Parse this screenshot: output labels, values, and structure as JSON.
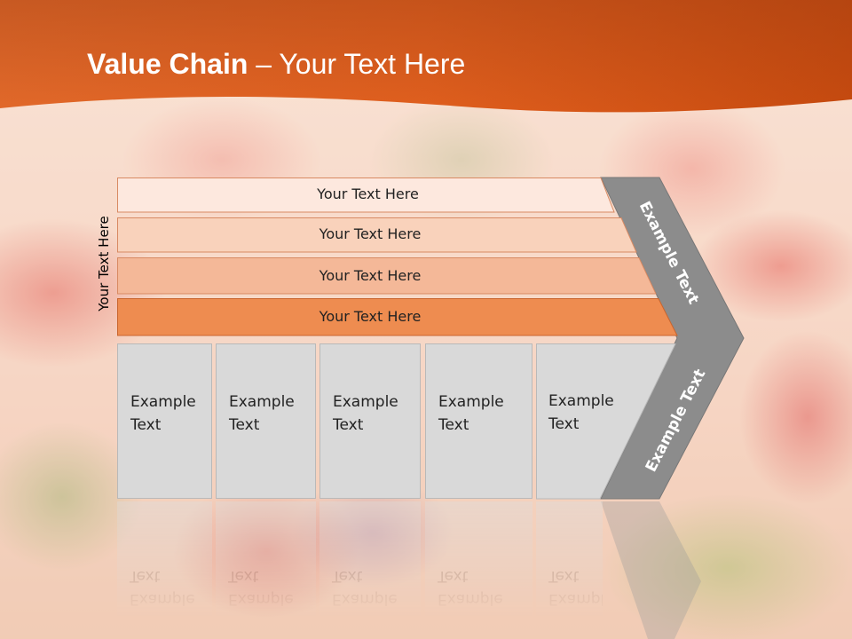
{
  "slide": {
    "title_bold": "Value Chain",
    "title_rest": " – Your Text Here"
  },
  "diagram": {
    "side_label": "Your Text Here",
    "bars": [
      {
        "label": "Your Text Here",
        "color": "#fde8de"
      },
      {
        "label": "Your Text Here",
        "color": "#f9d2bb"
      },
      {
        "label": "Your Text Here",
        "color": "#f4b898"
      },
      {
        "label": "Your Text Here",
        "color": "#ee8c50"
      }
    ],
    "boxes": [
      {
        "label": "Example\nText"
      },
      {
        "label": "Example\nText"
      },
      {
        "label": "Example\nText"
      },
      {
        "label": "Example\nText"
      },
      {
        "label": "Example\nText"
      }
    ],
    "chevron_upper_label": "Example Text",
    "chevron_lower_label": "Example Text",
    "colors": {
      "header": "#d9531a",
      "chevron": "#8c8c8c",
      "box": "#d9d9d9"
    }
  }
}
